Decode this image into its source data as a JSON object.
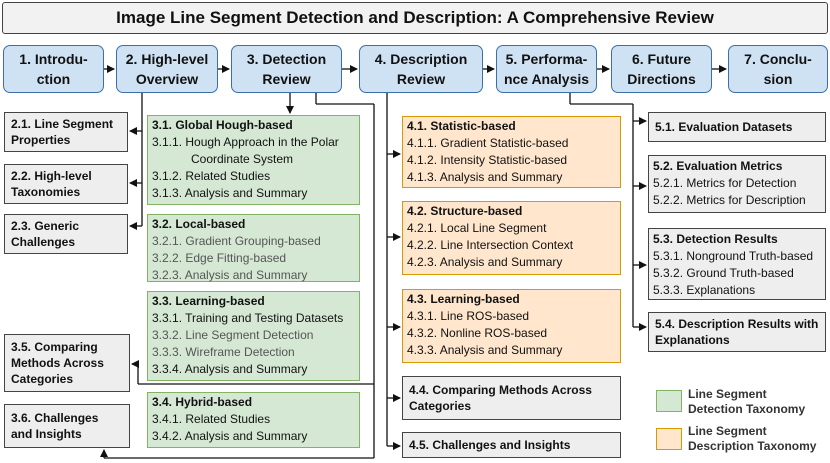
{
  "title": "Image Line Segment Detection and Description: A Comprehensive Review",
  "top_sections": [
    {
      "line1": "1. Introdu-",
      "line2": "ction"
    },
    {
      "line1": "2. High-level",
      "line2": "Overview"
    },
    {
      "line1": "3. Detection",
      "line2": "Review"
    },
    {
      "line1": "4. Description",
      "line2": "Review"
    },
    {
      "line1": "5. Performa-",
      "line2": "nce Analysis"
    },
    {
      "line1": "6. Future",
      "line2": "Directions"
    },
    {
      "line1": "7. Conclu-",
      "line2": "sion"
    }
  ],
  "overview": [
    {
      "line1": "2.1. Line Segment",
      "line2": "Properties"
    },
    {
      "line1": "2.2. High-level",
      "line2": "Taxonomies"
    },
    {
      "line1": "2.3. Generic",
      "line2": "Challenges"
    }
  ],
  "detection_extra": [
    {
      "line1": "3.5. Comparing",
      "line2": "Methods Across",
      "line3": "Categories"
    },
    {
      "line1": "3.6. Challenges",
      "line2": "and Insights"
    }
  ],
  "detection": {
    "hough": {
      "title": "3.1. Global Hough-based",
      "item1a": "3.1.1. Hough Approach in the Polar",
      "item1b": "Coordinate System",
      "item2": "3.1.2. Related Studies",
      "item3": "3.1.3. Analysis and Summary"
    },
    "local": {
      "title": "3.2. Local-based",
      "item1": "3.2.1. Gradient Grouping-based",
      "item2": "3.2.2. Edge Fitting-based",
      "item3": "3.2.3. Analysis and Summary"
    },
    "learning": {
      "title": "3.3. Learning-based",
      "item1": "3.3.1. Training and Testing Datasets",
      "item2": "3.3.2. Line Segment Detection",
      "item3": "3.3.3. Wireframe Detection",
      "item4": "3.3.4. Analysis and Summary"
    },
    "hybrid": {
      "title": "3.4. Hybrid-based",
      "item1": "3.4.1. Related Studies",
      "item2": "3.4.2. Analysis and Summary"
    }
  },
  "description": {
    "statistic": {
      "title": "4.1. Statistic-based",
      "item1": "4.1.1. Gradient Statistic-based",
      "item2": "4.1.2. Intensity Statistic-based",
      "item3": "4.1.3. Analysis and Summary"
    },
    "structure": {
      "title": "4.2. Structure-based",
      "item1": "4.2.1. Local Line Segment",
      "item2": "4.2.2. Line Intersection Context",
      "item3": "4.2.3. Analysis and Summary"
    },
    "learning": {
      "title": "4.3. Learning-based",
      "item1": "4.3.1. Line ROS-based",
      "item2": "4.3.2. Nonline ROS-based",
      "item3": "4.3.3. Analysis and Summary"
    },
    "comparing": {
      "line1": "4.4. Comparing Methods Across",
      "line2": "Categories"
    },
    "challenges": {
      "line1": "4.5. Challenges and Insights"
    }
  },
  "performance": {
    "datasets": {
      "title": "5.1. Evaluation Datasets"
    },
    "metrics": {
      "title": "5.2. Evaluation Metrics",
      "item1": "5.2.1. Metrics for Detection",
      "item2": "5.2.2. Metrics for Description"
    },
    "results": {
      "title": "5.3. Detection Results",
      "item1": "5.3.1. Nonground Truth-based",
      "item2": "5.3.2. Ground Truth-based",
      "item3": "5.3.3. Explanations"
    },
    "desc_results": {
      "line1": "5.4. Description Results with",
      "line2": "Explanations"
    }
  },
  "legend": {
    "detection": {
      "line1": "Line Segment",
      "line2": "Detection Taxonomy"
    },
    "description": {
      "line1": "Line Segment",
      "line2": "Description Taxonomy"
    }
  }
}
